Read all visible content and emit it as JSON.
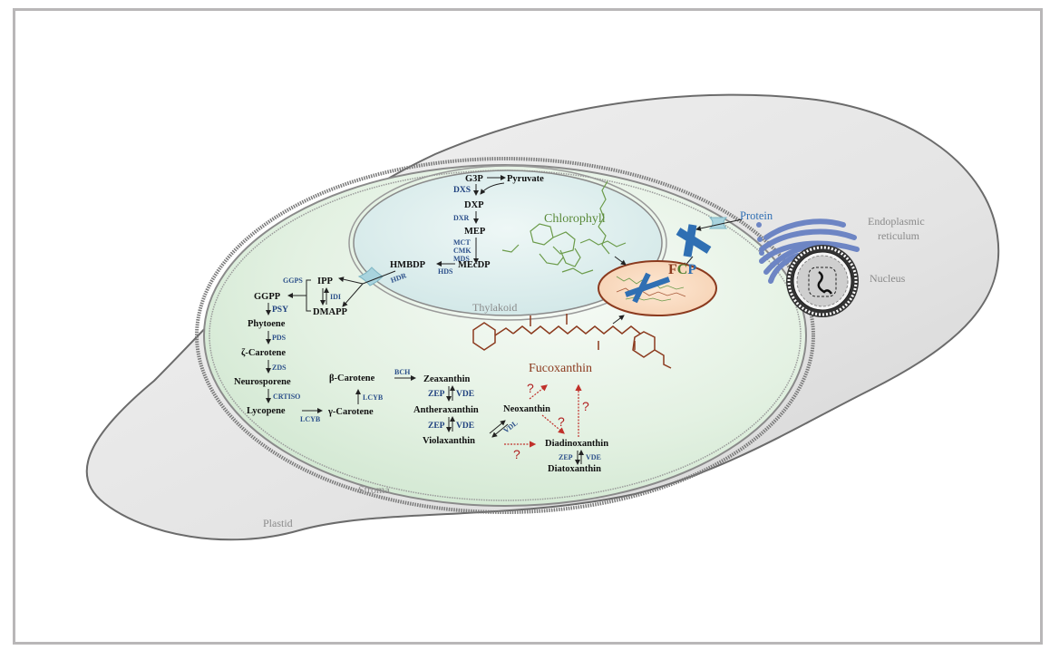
{
  "compartments": {
    "plastid": "Plastid",
    "stroma": "Stroma",
    "thylakoid": "Thylakoid",
    "endoplasmic_reticulum": [
      "Endoplasmic",
      "reticulum"
    ],
    "nucleus": "Nucleus",
    "protein": "Protein"
  },
  "pigments": {
    "chlorophyll": "Chlorophyll",
    "fucoxanthin": "Fucoxanthin",
    "fcp": [
      "F",
      "C",
      "P"
    ]
  },
  "mep_pathway": {
    "metabolites": [
      "G3P",
      "Pyruvate",
      "DXP",
      "MEP",
      "MEcDP",
      "HMBDP"
    ],
    "enzymes": [
      "DXS",
      "DXR",
      "MCT",
      "CMK",
      "MDS",
      "HDS",
      "HDR"
    ]
  },
  "carotenoid_pathway": {
    "metabolites": {
      "ipp": "IPP",
      "dmapp": "DMAPP",
      "ggpp": "GGPP",
      "phytoene": "Phytoene",
      "zeta_carotene": "ζ-Carotene",
      "neurosporene": "Neurosporene",
      "lycopene": "Lycopene",
      "gamma_carotene": "γ-Carotene",
      "beta_carotene": "β-Carotene",
      "zeaxanthin": "Zeaxanthin",
      "antheraxanthin": "Antheraxanthin",
      "violaxanthin": "Violaxanthin",
      "neoxanthin": "Neoxanthin",
      "diadinoxanthin": "Diadinoxanthin",
      "diatoxanthin": "Diatoxanthin"
    },
    "enzymes": {
      "ggps": "GGPS",
      "idi": "IDI",
      "psy": "PSY",
      "pds": "PDS",
      "zds": "ZDS",
      "crtiso": "CRTISO",
      "lcyb1": "LCYB",
      "lcyb2": "LCYB",
      "bch": "BCH",
      "zep1": "ZEP",
      "vde1": "VDE",
      "zep2": "ZEP",
      "vde2": "VDE",
      "vdl": "VDL",
      "zep3": "ZEP",
      "vde3": "VDE"
    },
    "unknown_step": "?"
  },
  "colors": {
    "enzyme": "#2b4f8a",
    "chlorophyll": "#5a8a3a",
    "fucoxanthin": "#8b3a1e",
    "unknown_arrow": "#c0302a",
    "protein": "#2f6fb3",
    "er": "#6d85c4"
  }
}
